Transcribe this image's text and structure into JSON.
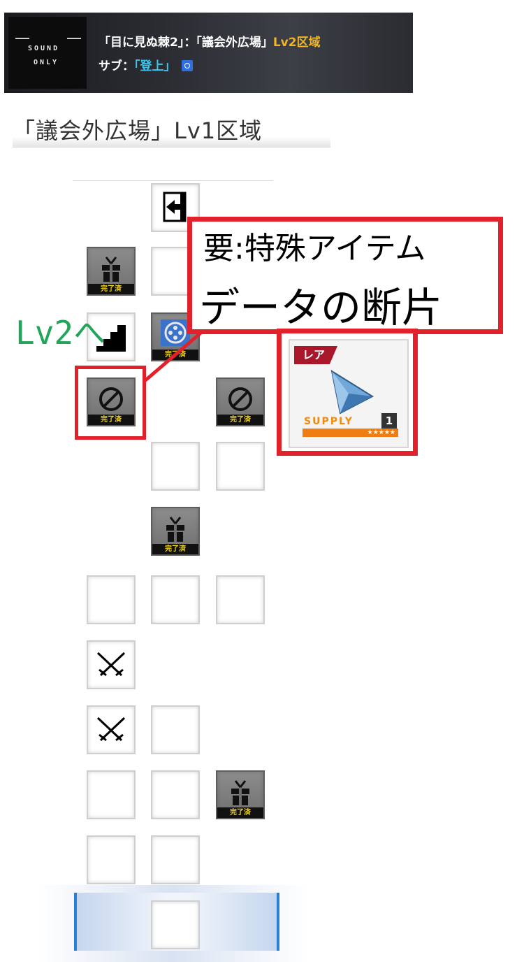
{
  "banner": {
    "logo_line1": "SOUND",
    "logo_line2": "ONLY",
    "title_prefix": "「目に見ぬ棘2」：「議会外広場」",
    "title_suffix": "Lv2区域",
    "sub_label": "サブ：",
    "sub_value": "「登上」"
  },
  "area_title": "「議会外広場」Lv1区域",
  "annotation": {
    "requirement": "要:特殊アイテム",
    "item_name": "データの断片",
    "lv2_label": "Lv2へ"
  },
  "tile_badge": "完了済",
  "item_card": {
    "rarity": "レア",
    "type": "SUPPLY",
    "count": "1",
    "stars": "★★★★★"
  },
  "colors": {
    "highlight_red": "#e1222b",
    "lv2_green": "#22a45a",
    "badge_yellow": "#f4d417",
    "banner_gold": "#f0b429",
    "banner_cyan": "#3fc6f0"
  }
}
